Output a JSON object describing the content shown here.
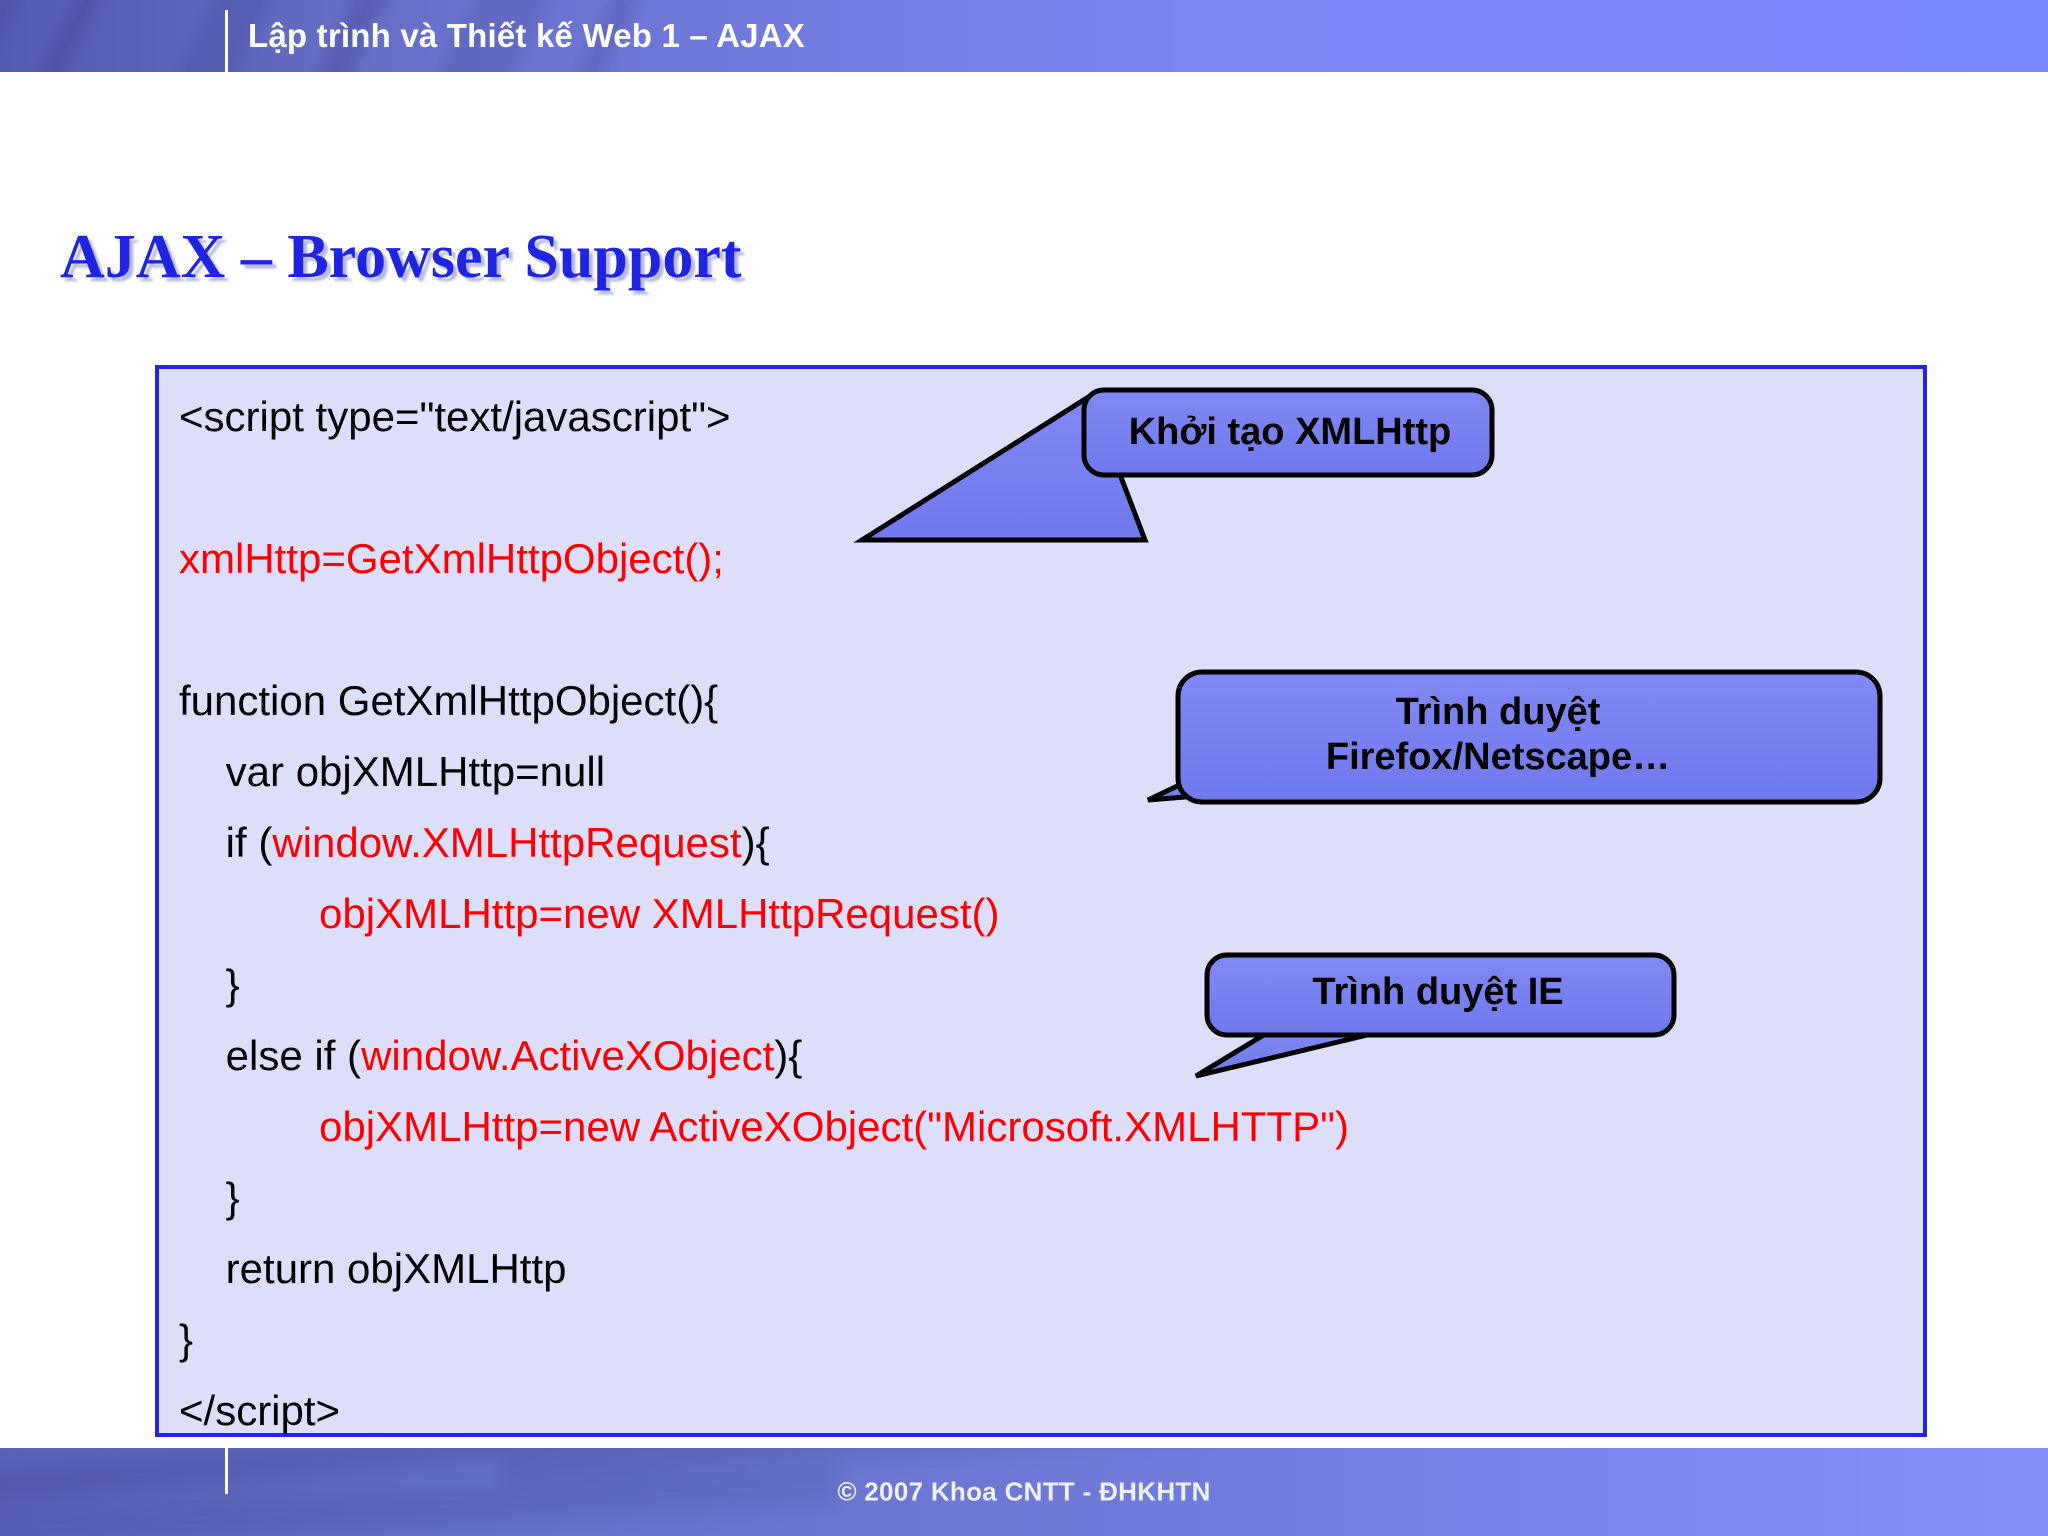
{
  "header": {
    "title": "Lập trình và Thiết kế Web 1 –  AJAX"
  },
  "slide": {
    "title": "AJAX – Browser Support"
  },
  "code_block": {
    "lines": [
      {
        "segments": [
          {
            "text": "<script type=\"text/javascript\">",
            "color": "black"
          }
        ]
      },
      {
        "segments": []
      },
      {
        "segments": [
          {
            "text": "xmlHttp=GetXmlHttpObject();",
            "color": "red"
          }
        ]
      },
      {
        "segments": []
      },
      {
        "segments": [
          {
            "text": "function GetXmlHttpObject(){",
            "color": "black"
          }
        ]
      },
      {
        "segments": [
          {
            "text": "    var objXMLHttp=null",
            "color": "black"
          }
        ]
      },
      {
        "segments": [
          {
            "text": "    if (",
            "color": "black"
          },
          {
            "text": "window.XMLHttpRequest",
            "color": "red"
          },
          {
            "text": "){",
            "color": "black"
          }
        ]
      },
      {
        "segments": [
          {
            "text": "            ",
            "color": "black"
          },
          {
            "text": "objXMLHttp=new XMLHttpRequest()",
            "color": "red"
          }
        ]
      },
      {
        "segments": [
          {
            "text": "    }",
            "color": "black"
          }
        ]
      },
      {
        "segments": [
          {
            "text": "    else if (",
            "color": "black"
          },
          {
            "text": "window.ActiveXObject",
            "color": "red"
          },
          {
            "text": "){",
            "color": "black"
          }
        ]
      },
      {
        "segments": [
          {
            "text": "            ",
            "color": "black"
          },
          {
            "text": "objXMLHttp=new ActiveXObject(\"Microsoft.XMLHTTP\")",
            "color": "red"
          }
        ]
      },
      {
        "segments": [
          {
            "text": "    }",
            "color": "black"
          }
        ]
      },
      {
        "segments": [
          {
            "text": "    return objXMLHttp",
            "color": "black"
          }
        ]
      },
      {
        "segments": [
          {
            "text": "}",
            "color": "black"
          }
        ]
      },
      {
        "segments": [
          {
            "text": "</script>",
            "color": "black"
          }
        ]
      }
    ]
  },
  "callouts": [
    {
      "id": "callout-init-xmlhttp",
      "label": "Khởi tạo XMLHttp"
    },
    {
      "id": "callout-firefox-netscape",
      "label": "Trình duyệt\nFirefox/Netscape…"
    },
    {
      "id": "callout-ie",
      "label": "Trình duyệt IE"
    }
  ],
  "footer": {
    "text": "© 2007 Khoa CNTT - ĐHKHTN"
  },
  "colors": {
    "header_blue": "#7a84f2",
    "title_blue": "#1f24e0",
    "code_bg": "#dcdefa",
    "code_border": "#2424e8",
    "code_red": "#ff0000",
    "callout_fill": "#7b84f0",
    "callout_stroke": "#000000",
    "footer_blue": "#6f7bd8"
  }
}
